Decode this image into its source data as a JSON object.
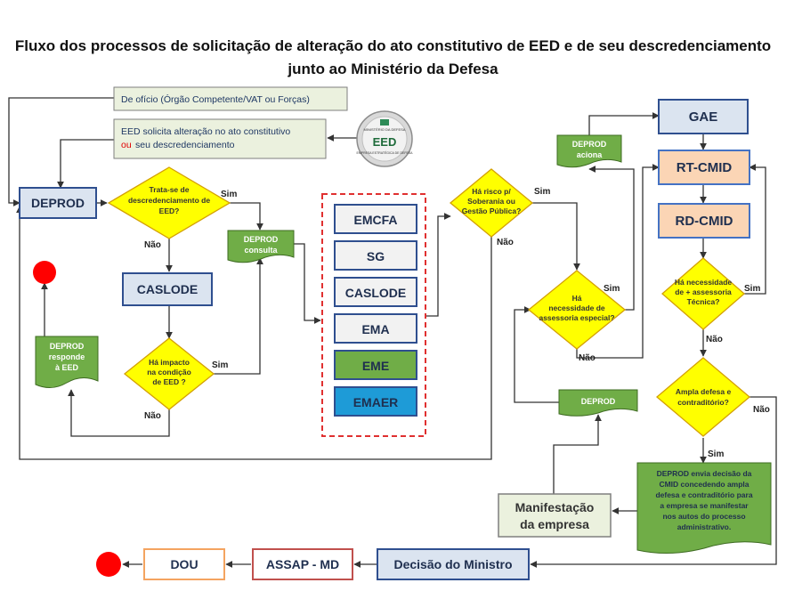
{
  "title_line1": "Fluxo dos processos de solicitação de alteração do ato constitutivo de EED e de seu descredenciamento",
  "title_line2": "junto ao Ministério da Defesa",
  "logo": {
    "top": "MINISTÉRIO DA DEFESA",
    "main": "EED",
    "sub": "EMPRESA ESTRATÉGICA DE DEFESA"
  },
  "nodes": {
    "de_oficio": "De ofício (Órgão Competente/VAT ou Forças)",
    "eed_solicita_1": "EED solicita alteração no ato constitutivo",
    "eed_solicita_ou": "ou",
    "eed_solicita_2": "seu descredenciamento",
    "deprod": "DEPROD",
    "dec_descred": [
      "Trata-se de",
      "descredenciamento de",
      "EED?"
    ],
    "caslode": "CASLODE",
    "dec_impacto": [
      "Há impacto",
      "na condição",
      "de EED ?"
    ],
    "deprod_responde": [
      "DEPROD",
      "responde",
      "à EED"
    ],
    "deprod_consulta": [
      "DEPROD",
      "consulta"
    ],
    "orgaos": [
      "EMCFA",
      "SG",
      "CASLODE",
      "EMA",
      "EME",
      "EMAER"
    ],
    "dec_risco": [
      "Há risco p/",
      "Soberania ou",
      "Gestão Pública?"
    ],
    "deprod_aciona": [
      "DEPROD",
      "aciona"
    ],
    "dec_assessoria_especial": [
      "Há",
      "necessidade de",
      "assessoria especial?"
    ],
    "gae": "GAE",
    "rt_cmid": "RT-CMID",
    "rd_cmid": "RD-CMID",
    "dec_assessoria_tecnica": [
      "Há necessidade",
      "de + assessoria",
      "Técnica?"
    ],
    "dec_ampla_defesa": [
      "Ampla defesa e",
      "contraditório?"
    ],
    "deprod_box": "DEPROD",
    "deprod_envia": [
      "DEPROD envia decisão da",
      "CMID concedendo  ampla",
      "defesa e contraditório  para",
      "a empresa se manifestar",
      "nos autos do processo",
      "administrativo."
    ],
    "manifestacao": [
      "Manifestação",
      "da empresa"
    ],
    "decisao_ministro": "Decisão do Ministro",
    "assap_md": "ASSAP - MD",
    "dou": "DOU"
  },
  "labels": {
    "sim": "Sim",
    "nao": "Não"
  },
  "colors": {
    "decision_fill": "#ffff00",
    "decision_stroke": "#d4a000",
    "green_doc": "#70ad47",
    "green_doc_stroke": "#3e6b22",
    "blue_box_fill": "#dbe4f0",
    "blue_box_stroke": "#2f4f8f",
    "peach_fill": "#fbd5b5",
    "peach_stroke": "#4472c4",
    "eme_fill": "#70ad47",
    "emaer_fill": "#1e9bd7",
    "gray_box_fill": "#f2f2f2",
    "light_gray_box": "#ebf1de",
    "red_dot": "#ff0000",
    "dashed_red": "#e03030",
    "dou_stroke": "#f4a460"
  }
}
